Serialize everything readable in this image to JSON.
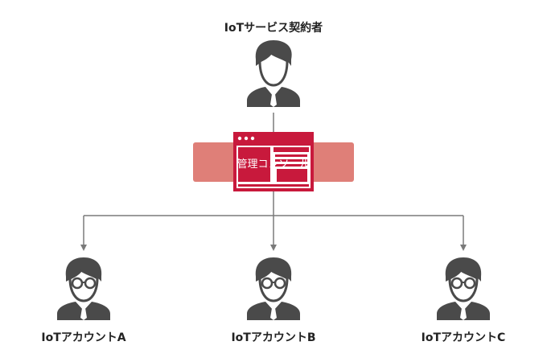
{
  "contractor": {
    "label": "IoTサービス契約者"
  },
  "console": {
    "label": "管理コンソール"
  },
  "accounts": [
    {
      "label": "IoTアカウントA"
    },
    {
      "label": "IoTアカウントB"
    },
    {
      "label": "IoTアカウントC"
    }
  ],
  "colors": {
    "person": "#4a4a4a",
    "band": "#df7f78",
    "window": "#c8193c",
    "connector": "#7a7a7a"
  },
  "icons": {
    "contractor": "person-with-tie-icon",
    "account": "person-with-glasses-icon",
    "console": "browser-window-icon"
  }
}
